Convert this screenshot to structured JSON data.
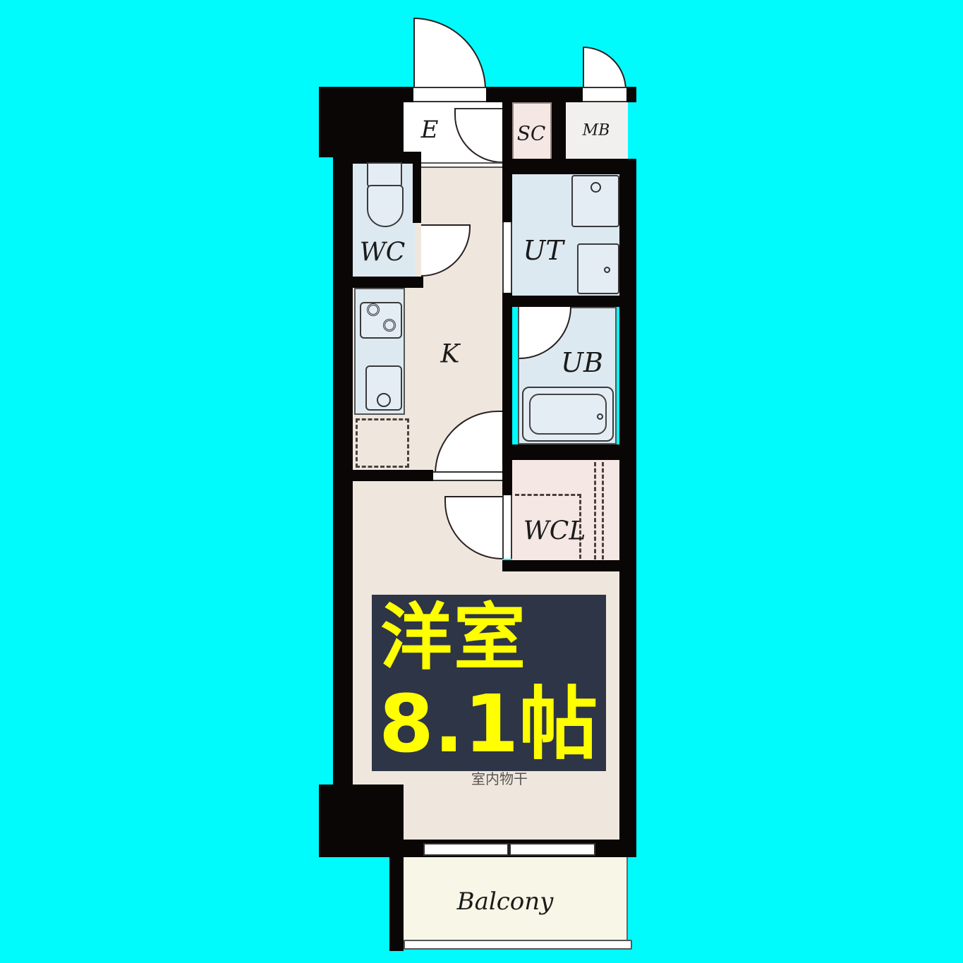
{
  "floorplan": {
    "background_color": "#00fbfd",
    "rooms": {
      "entrance": {
        "label": "E"
      },
      "shoe_closet": {
        "label": "SC"
      },
      "meter_box": {
        "label": "MB"
      },
      "toilet": {
        "label": "WC"
      },
      "utility": {
        "label": "UT"
      },
      "kitchen": {
        "label": "K"
      },
      "unit_bath": {
        "label": "UB"
      },
      "walk_in_closet": {
        "label": "WCL"
      },
      "balcony": {
        "label": "Balcony"
      }
    },
    "main_room": {
      "label_line1": "洋室",
      "label_line2": "8.1帖",
      "label_bg_color": "#2d3547",
      "label_text_color": "#ffff00",
      "note": "室内物干"
    },
    "colors": {
      "wall": "#0a0606",
      "floor_beige": "#efe7dd",
      "wet_area_blue": "#dde9f1",
      "storage_pink": "#f5e7e4",
      "balcony": "#f8f6e6"
    }
  }
}
